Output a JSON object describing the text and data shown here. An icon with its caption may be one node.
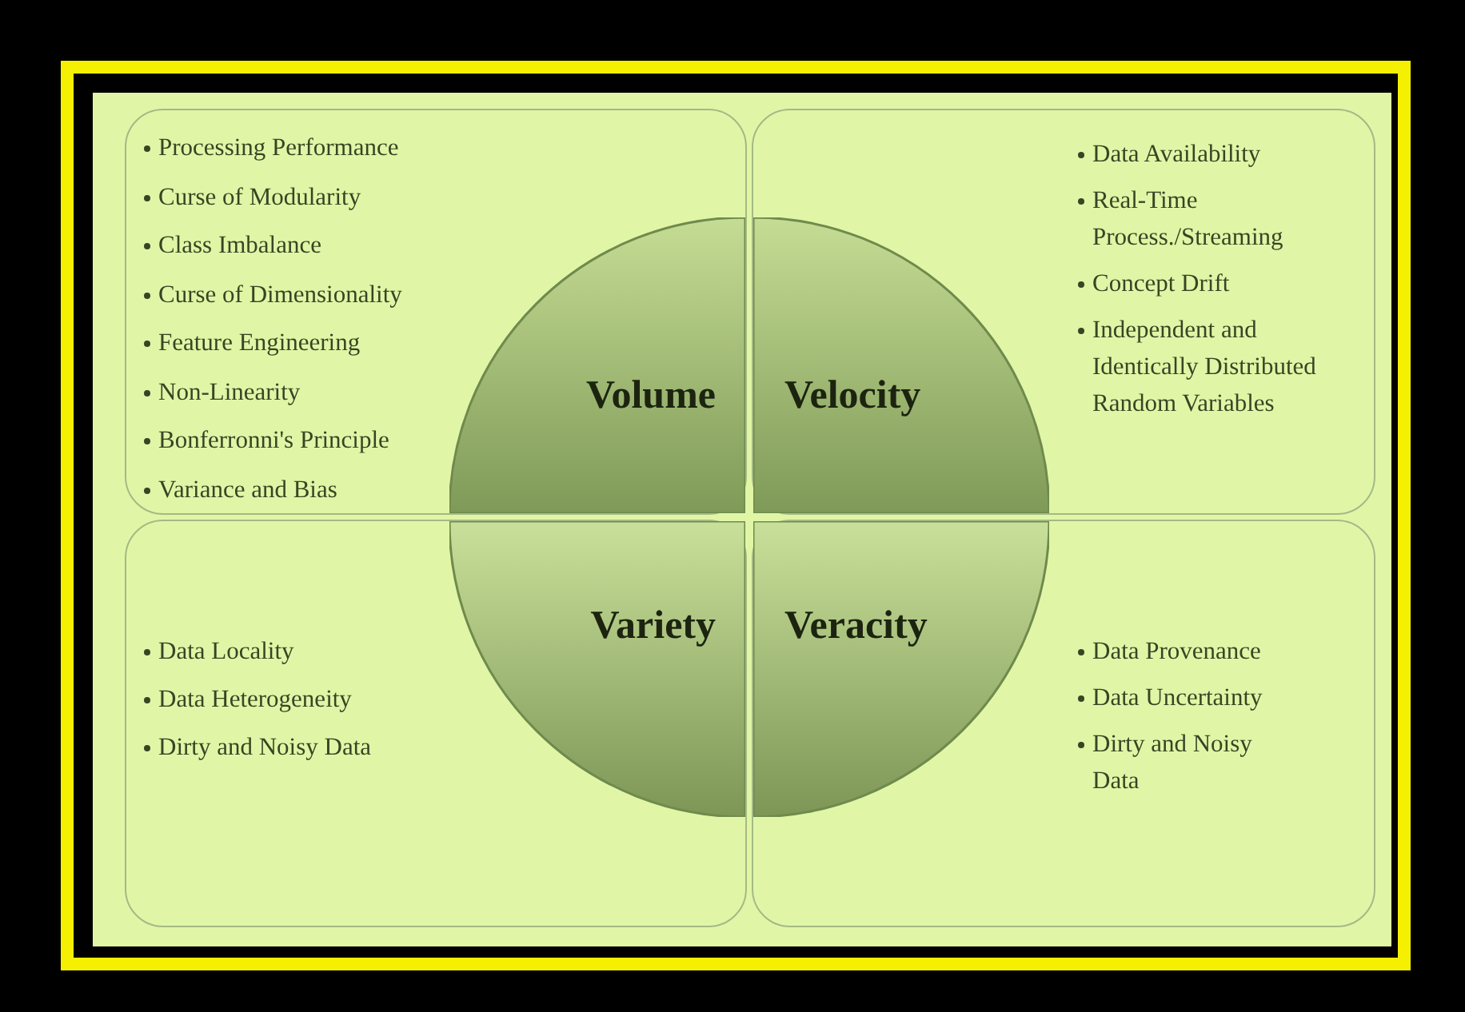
{
  "diagram": {
    "nodes": [
      {
        "text": [
          "Processing Performance",
          "Curse of Modularity",
          "Class Imbalance",
          "Curse of Dimensionality",
          "Feature Engineering",
          "Non-Linearity",
          "Bonferronni's Principle",
          "Variance and Bias"
        ]
      },
      {
        "text": [
          "Data Availability",
          "Real-Time Process./Streaming",
          "Concept Drift",
          "Independent and Identically Distributed Random Variables"
        ]
      },
      {
        "text": [
          "Data Locality",
          "Data Heterogeneity",
          "Dirty and Noisy Data"
        ]
      },
      {
        "text": [
          "Data Provenance",
          "Data Uncertainty",
          "Dirty and Noisy Data"
        ]
      },
      {
        "text": [
          "Volume"
        ],
        "in": 0
      },
      {
        "text": [
          "Velocity"
        ],
        "in": 1
      },
      {
        "text": [
          "Variety"
        ],
        "in": 2
      },
      {
        "text": [
          "Veracity"
        ],
        "in": 3
      }
    ]
  }
}
